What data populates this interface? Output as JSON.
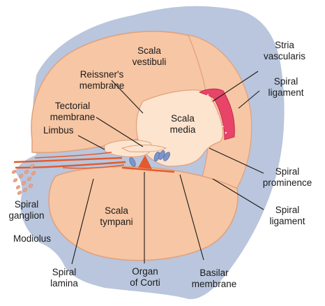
{
  "colors": {
    "background": "#ffffff",
    "bony_labyrinth": "#b9c6dd",
    "scala": "#f7c6a4",
    "scala_edge": "#e0a07a",
    "scala_media": "#fde4cf",
    "stria": "#e8446a",
    "hair_cells": "#7b95c9",
    "basilar": "#e25a2d"
  },
  "labels": {
    "scala_vestibuli": [
      "Scala",
      "vestibuli"
    ],
    "reissners_membrane": [
      "Reissner's",
      "membrane"
    ],
    "tectorial_membrane": [
      "Tectorial",
      "membrane"
    ],
    "limbus": [
      "Limbus"
    ],
    "scala_media": [
      "Scala",
      "media"
    ],
    "stria_vascularis": [
      "Stria",
      "vascularis"
    ],
    "spiral_ligament_top": [
      "Spiral",
      "ligament"
    ],
    "spiral_prominence": [
      "Spiral",
      "prominence"
    ],
    "spiral_ligament_bottom": [
      "Spiral",
      "ligament"
    ],
    "spiral_ganglion": [
      "Spiral",
      "ganglion"
    ],
    "modiolus": [
      "Modiolus"
    ],
    "scala_tympani": [
      "Scala",
      "tympani"
    ],
    "spiral_lamina": [
      "Spiral",
      "lamina"
    ],
    "organ_of_corti": [
      "Organ",
      "of Corti"
    ],
    "basilar_membrane": [
      "Basilar",
      "membrane"
    ]
  }
}
